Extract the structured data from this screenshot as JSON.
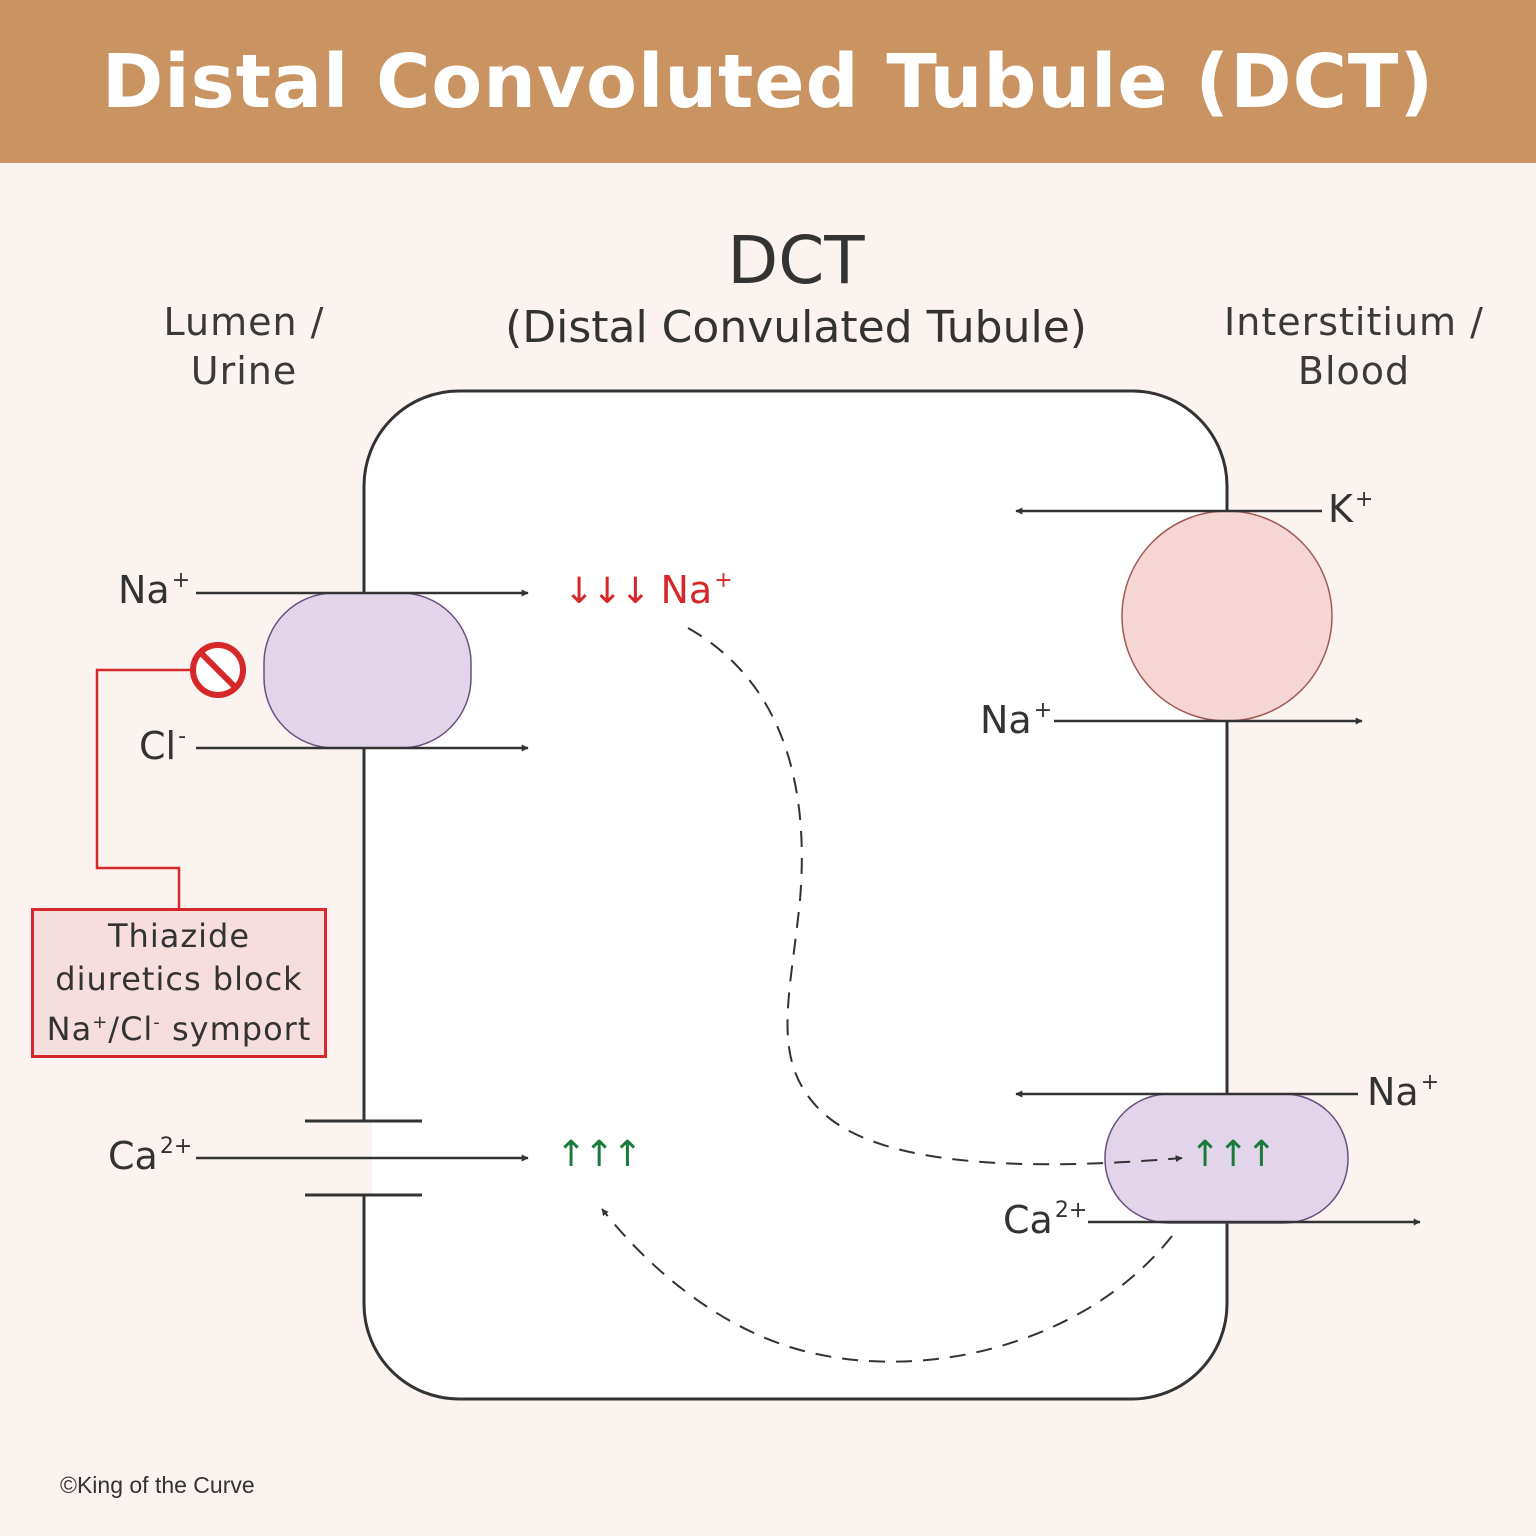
{
  "header": {
    "title": "Distal Convoluted Tubule (DCT)"
  },
  "cell": {
    "abbreviation": "DCT",
    "full_name": "(Distal Convulated Tubule)"
  },
  "sides": {
    "lumen": [
      "Lumen /",
      "Urine"
    ],
    "interstitium": [
      "Interstitium /",
      "Blood"
    ]
  },
  "ions": {
    "lumen_na": {
      "base": "Na",
      "charge": "+"
    },
    "lumen_cl": {
      "base": "Cl",
      "charge": "-"
    },
    "lumen_ca": {
      "base": "Ca",
      "charge": "2+"
    },
    "intracellular_na": {
      "arrows": "↓↓↓",
      "base": "Na",
      "charge": "+"
    },
    "intracellular_ca": {
      "arrows": "↑↑↑"
    },
    "basolateral_k": {
      "base": "K",
      "charge": "+"
    },
    "basolateral_na_pump": {
      "base": "Na",
      "charge": "+"
    },
    "basolateral_na_exchanger": {
      "base": "Na",
      "charge": "+"
    },
    "basolateral_ca_exchanger": {
      "base": "Ca",
      "charge": "2+"
    },
    "exchanger_ca": {
      "arrows": "↑↑↑"
    }
  },
  "callout": {
    "line1": "Thiazide",
    "line2": "diuretics block",
    "line3_base1": "Na",
    "line3_sup1": "+",
    "line3_mid": "/Cl",
    "line3_sup2": "-",
    "line3_end": " symport"
  },
  "footer": {
    "copyright": "©King of the Curve"
  },
  "colors": {
    "banner": "#c99462",
    "background": "#fbf3ef",
    "symporter": "#e2d5ea",
    "pump": "#f5d6d4",
    "inhibition": "#d62828",
    "increase": "#1a7a3c"
  }
}
